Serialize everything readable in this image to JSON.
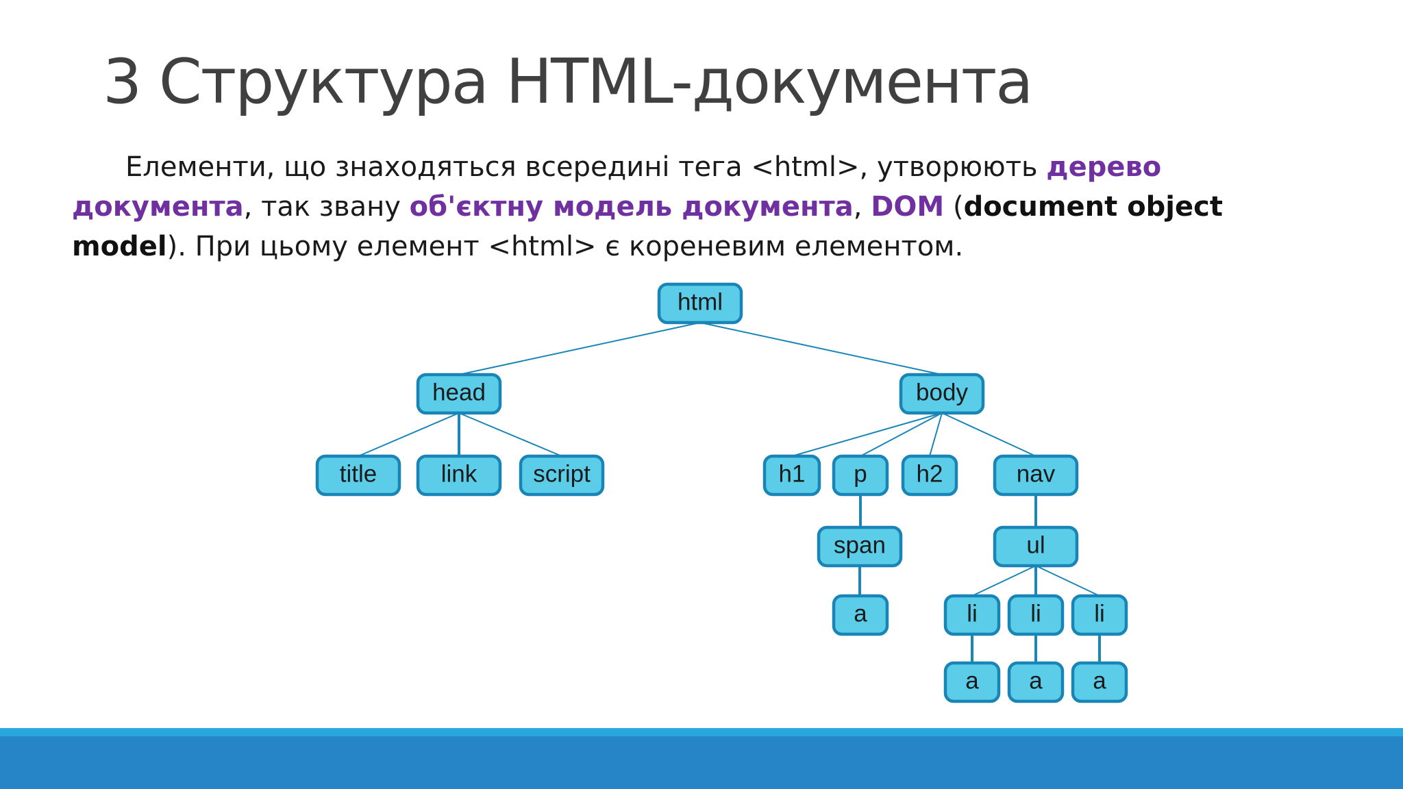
{
  "slide": {
    "title": "3 Структура HTML-документа",
    "paragraph": {
      "part1": "Елементи, що знаходяться всередині тега <html>, утворюють ",
      "term1": "дерево документа",
      "part2": ", так звану ",
      "term2": "об'єктну модель документа",
      "part3": ", ",
      "term3": "DOM",
      "part4": " (",
      "strong1": "document object model",
      "part5": "). При цьому елемент <html> є кореневим елементом."
    }
  },
  "colors": {
    "title": "#404040",
    "term": "#7030a0",
    "node_fill": "#5bcde8",
    "node_stroke": "#1984b6",
    "edge": "#1a86b8",
    "footer_light": "#29a8e0",
    "footer_dark": "#2685c7"
  },
  "tree": {
    "nodes": [
      {
        "id": "html",
        "label": "html"
      },
      {
        "id": "head",
        "label": "head"
      },
      {
        "id": "body",
        "label": "body"
      },
      {
        "id": "title",
        "label": "title"
      },
      {
        "id": "link",
        "label": "link"
      },
      {
        "id": "script",
        "label": "script"
      },
      {
        "id": "h1",
        "label": "h1"
      },
      {
        "id": "p",
        "label": "p"
      },
      {
        "id": "h2",
        "label": "h2"
      },
      {
        "id": "nav",
        "label": "nav"
      },
      {
        "id": "span",
        "label": "span"
      },
      {
        "id": "a1",
        "label": "a"
      },
      {
        "id": "ul",
        "label": "ul"
      },
      {
        "id": "li1",
        "label": "li"
      },
      {
        "id": "li2",
        "label": "li"
      },
      {
        "id": "li3",
        "label": "li"
      },
      {
        "id": "a2",
        "label": "a"
      },
      {
        "id": "a3",
        "label": "a"
      },
      {
        "id": "a4",
        "label": "a"
      }
    ],
    "edges": [
      [
        "html",
        "head"
      ],
      [
        "html",
        "body"
      ],
      [
        "head",
        "title"
      ],
      [
        "head",
        "link"
      ],
      [
        "head",
        "script"
      ],
      [
        "body",
        "h1"
      ],
      [
        "body",
        "p"
      ],
      [
        "body",
        "h2"
      ],
      [
        "body",
        "nav"
      ],
      [
        "p",
        "span"
      ],
      [
        "span",
        "a1"
      ],
      [
        "nav",
        "ul"
      ],
      [
        "ul",
        "li1"
      ],
      [
        "ul",
        "li2"
      ],
      [
        "ul",
        "li3"
      ],
      [
        "li1",
        "a2"
      ],
      [
        "li2",
        "a3"
      ],
      [
        "li3",
        "a4"
      ]
    ]
  }
}
